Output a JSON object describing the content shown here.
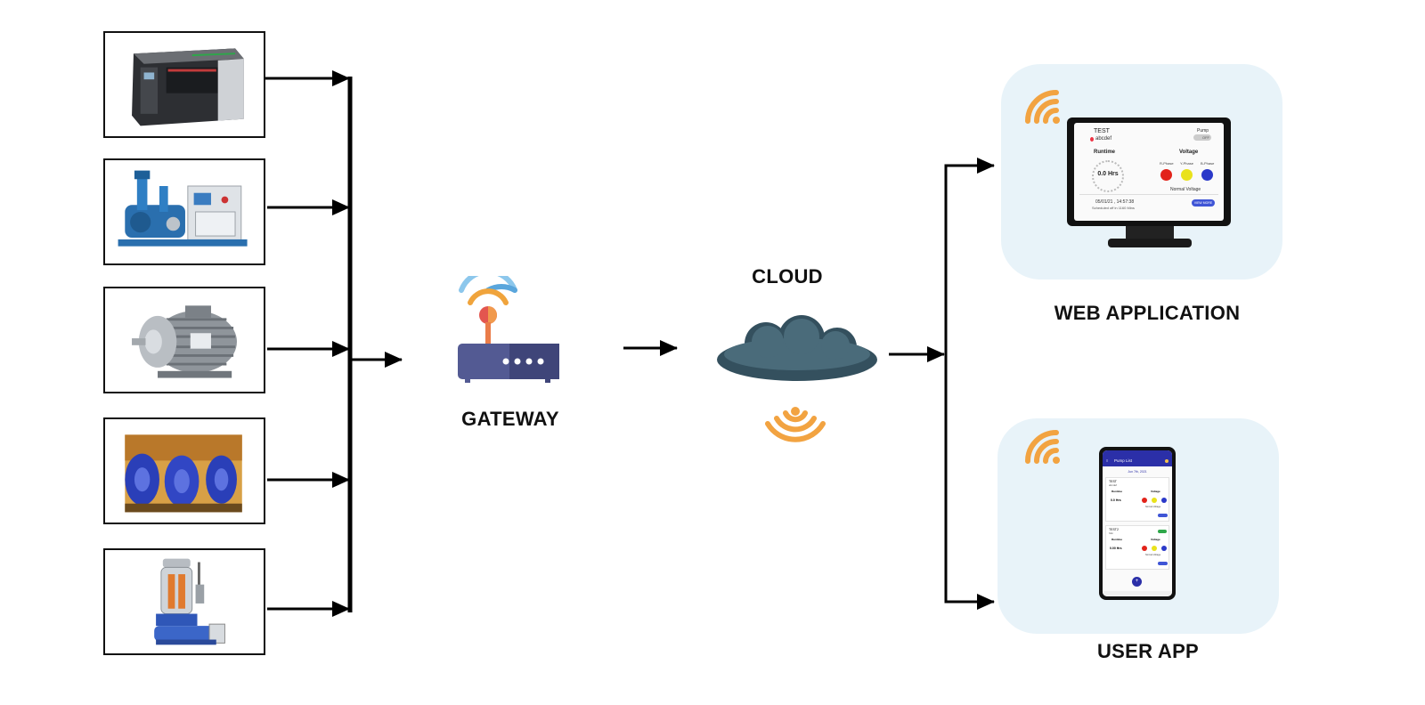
{
  "diagram": {
    "machines": [
      {
        "icon": "laser-cutter-machine-icon"
      },
      {
        "icon": "compressor-unit-icon"
      },
      {
        "icon": "electric-motor-icon"
      },
      {
        "icon": "industrial-pumps-icon"
      },
      {
        "icon": "submersible-pump-icon"
      }
    ],
    "gateway_label": "GATEWAY",
    "cloud_label": "CLOUD",
    "web_label": "WEB APPLICATION",
    "user_app_label": "USER APP"
  },
  "web_screen": {
    "device_name": "TEST",
    "location": "abcdef",
    "pump_label": "Pump",
    "toggle_text": "OFF",
    "runtime_label": "Runtime",
    "runtime_value": "0.0 Hrs",
    "voltage_label": "Voltage",
    "phases": [
      "R-Phase",
      "Y-Phase",
      "B-Phase"
    ],
    "voltage_status": "Normal Voltage",
    "timestamp": "05/01/21 , 14:57:38",
    "schedule_text": "Scheduled off in 1160 Mins",
    "button_label": "VIEW MORE"
  },
  "mobile_screen": {
    "header_title": "Pump List",
    "date": "Jun 7th, 2021",
    "cards": [
      {
        "name": "TEST",
        "location": "abcdef",
        "runtime_label": "Runtime",
        "runtime_value": "0.0 Hrs",
        "voltage_label": "Voltage",
        "status": "Normal Voltage"
      },
      {
        "name": "TEST2",
        "location": "fdsi",
        "runtime_label": "Runtime",
        "runtime_value": "0.00 Hrs",
        "voltage_label": "Voltage",
        "status": "Normal Voltage"
      }
    ]
  },
  "colors": {
    "arrow": "#000000",
    "panel": "#e8f3f9",
    "wifi_orange": "#f2a341",
    "cloud": "#3f5b68",
    "gateway": "#4a4f7e",
    "app_blue": "#2b2fa8"
  }
}
